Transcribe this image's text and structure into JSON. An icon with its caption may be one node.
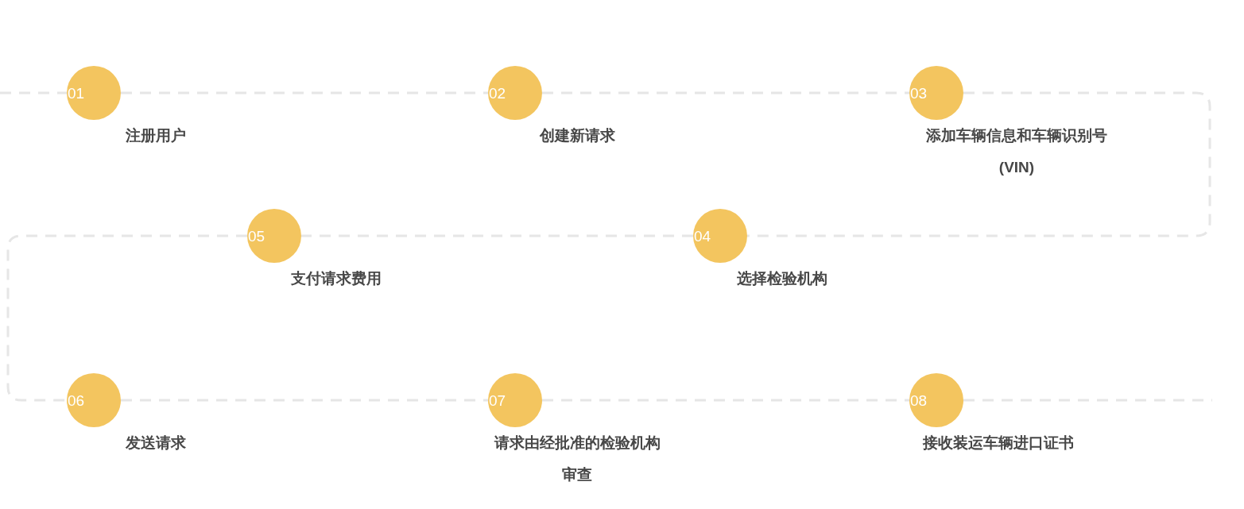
{
  "diagram": {
    "nodes": [
      {
        "text": [
          "01"
        ],
        "beside": [
          "注册用户"
        ]
      },
      {
        "text": [
          "02"
        ],
        "beside": [
          "创建新请求"
        ]
      },
      {
        "text": [
          "03"
        ],
        "beside": [
          "添加车辆信息和车辆识别号 (VIN)"
        ]
      },
      {
        "text": [
          "04"
        ],
        "beside": [
          "选择检验机构"
        ]
      },
      {
        "text": [
          "05"
        ],
        "beside": [
          "支付请求费用"
        ]
      },
      {
        "text": [
          "06"
        ],
        "beside": [
          "发送请求"
        ]
      },
      {
        "text": [
          "07"
        ],
        "beside": [
          "请求由经批准的检验机构审查"
        ]
      },
      {
        "text": [
          "08"
        ],
        "beside": [
          "接收装运车辆进口证书"
        ]
      }
    ],
    "edges": [
      {
        "from": null,
        "to": 0,
        "arrow": "none",
        "style": "dashed"
      },
      {
        "from": 0,
        "to": 1,
        "arrow": "none",
        "style": "dashed"
      },
      {
        "from": 1,
        "to": 2,
        "arrow": "none",
        "style": "dashed"
      },
      {
        "from": 2,
        "to": 3,
        "arrow": "none",
        "style": "dashed"
      },
      {
        "from": 3,
        "to": 4,
        "arrow": "none",
        "style": "dashed"
      },
      {
        "from": 4,
        "to": 5,
        "arrow": "none",
        "style": "dashed"
      },
      {
        "from": 5,
        "to": 6,
        "arrow": "none",
        "style": "dashed"
      },
      {
        "from": 6,
        "to": 7,
        "arrow": "none",
        "style": "dashed"
      },
      {
        "from": 7,
        "to": null,
        "arrow": "none",
        "style": "dashed"
      }
    ]
  }
}
